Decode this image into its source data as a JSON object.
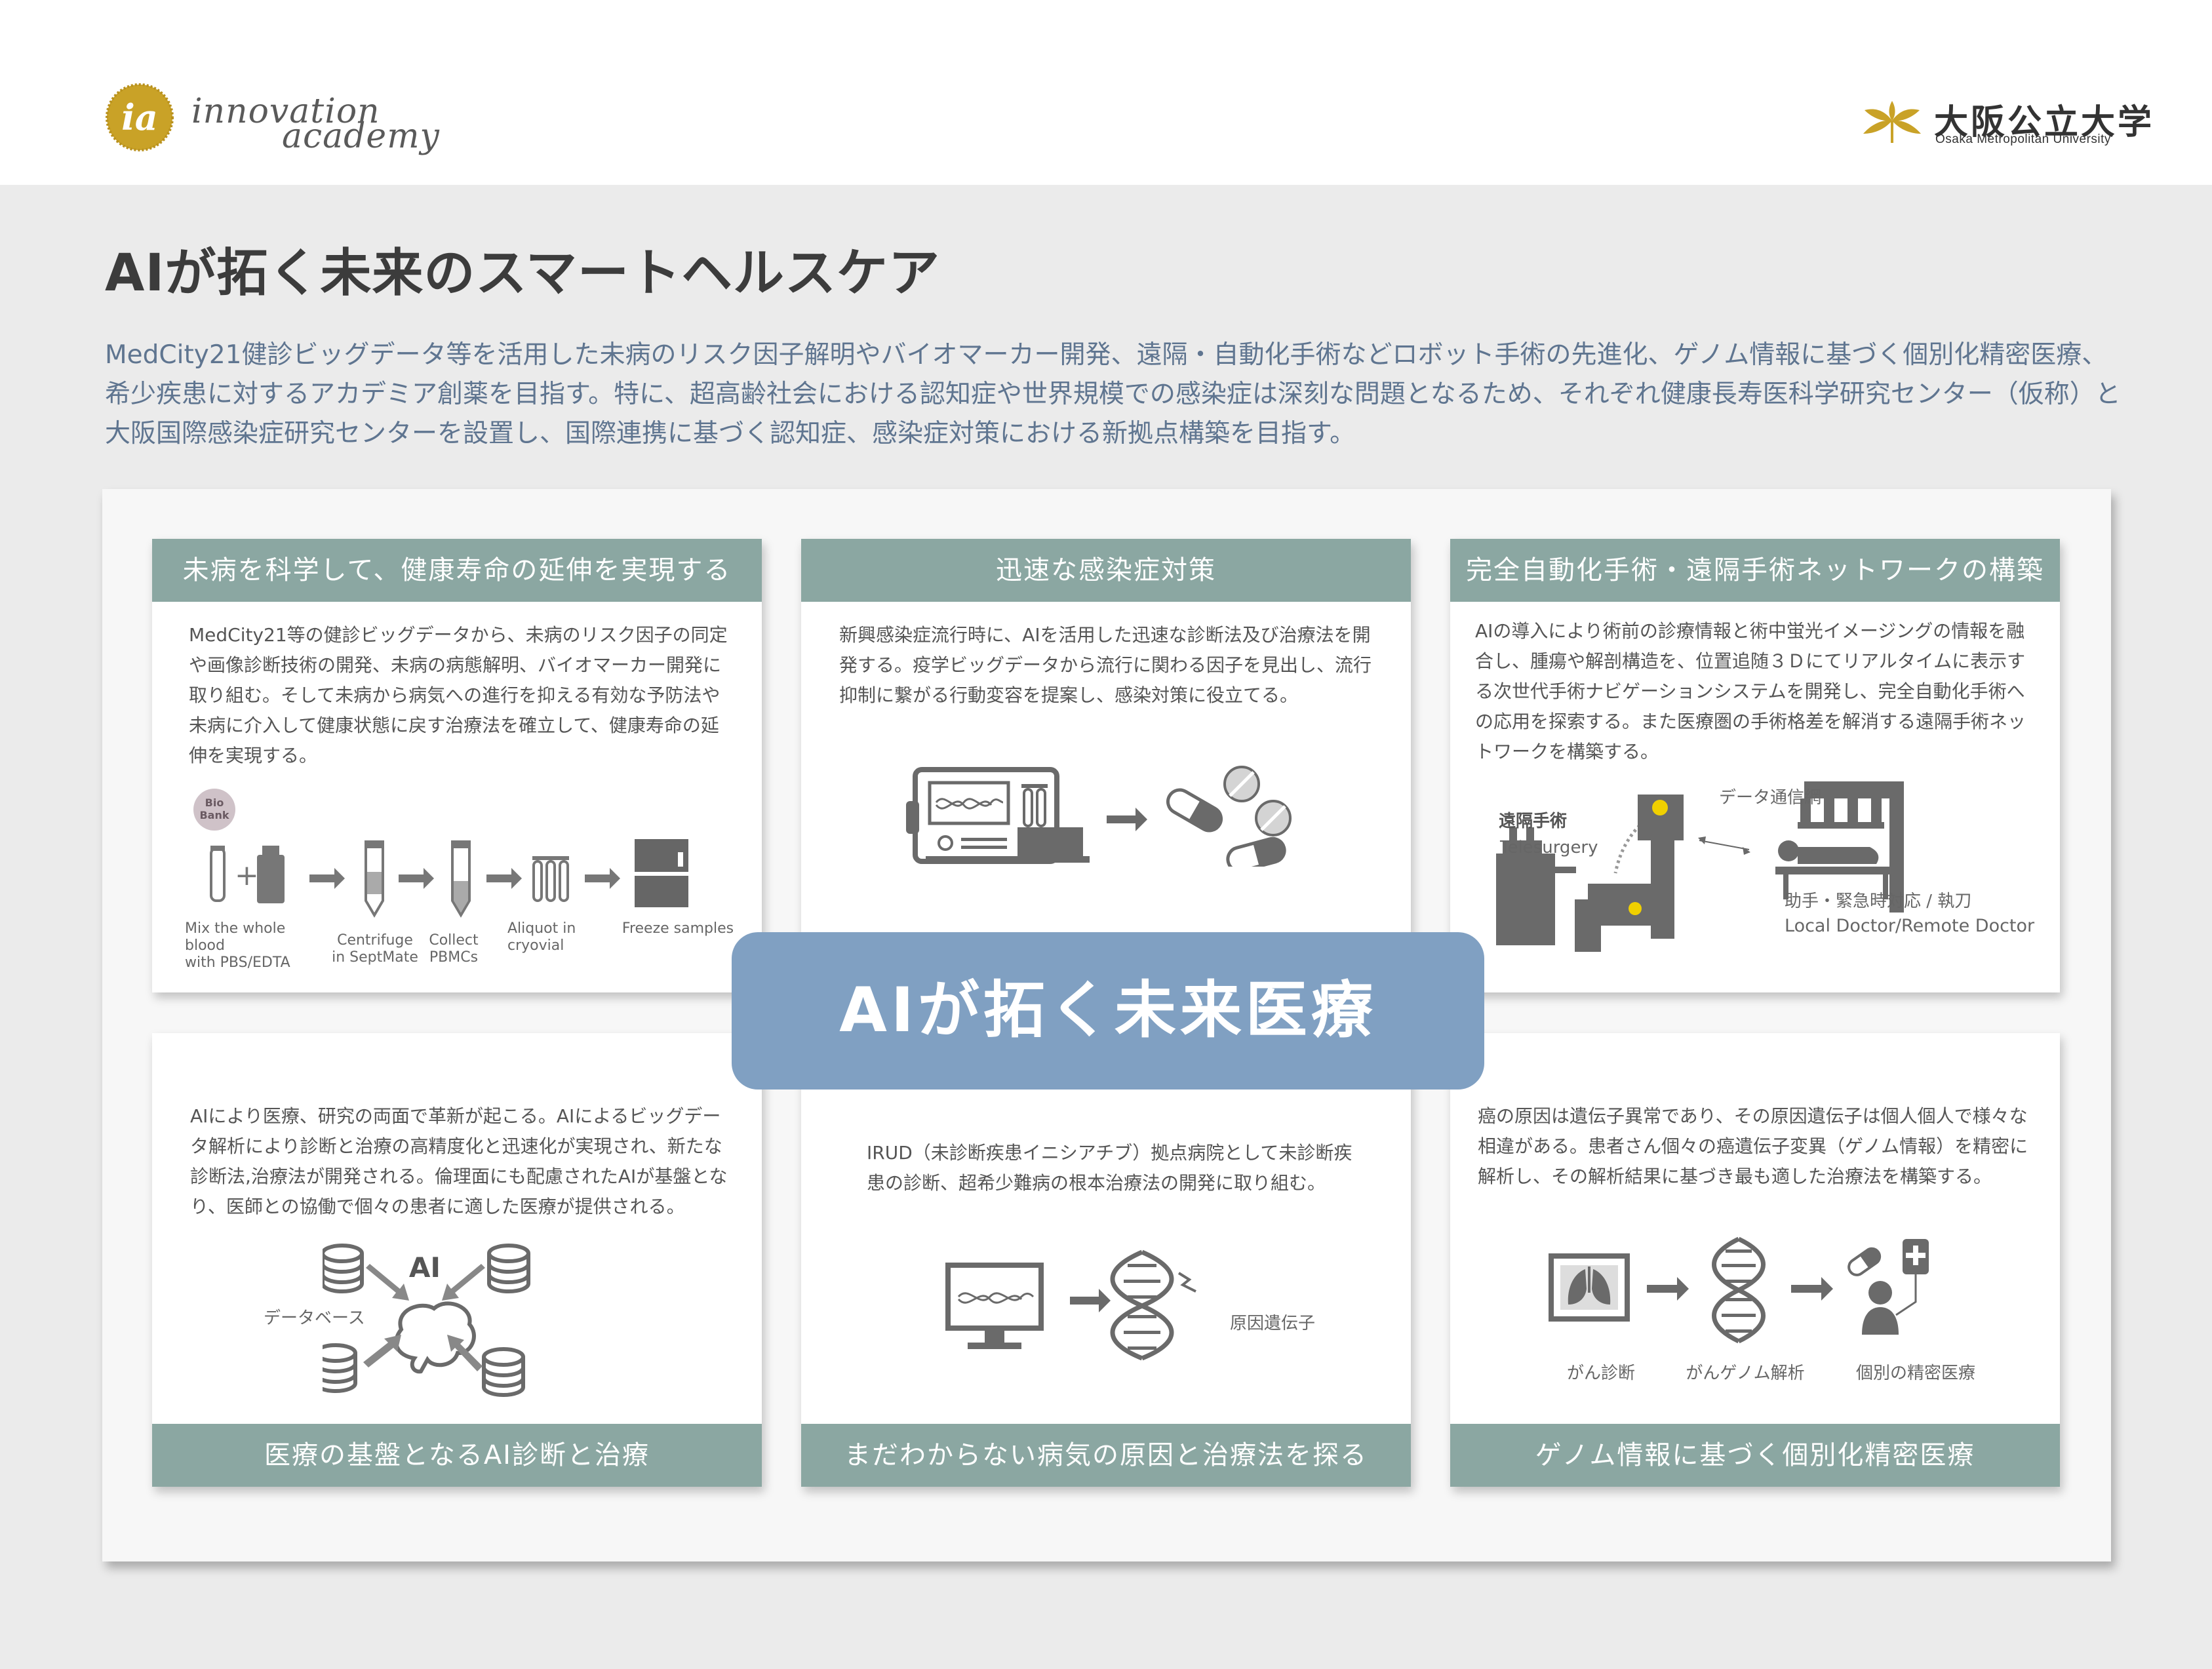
{
  "header": {
    "left_logo": {
      "mark": "ia",
      "line1": "innovation",
      "line2": "academy"
    },
    "right_logo": {
      "jp": "大阪公立大学",
      "en": "Osaka Metropolitan University"
    }
  },
  "title": "AIが拓く未来のスマートヘルスケア",
  "intro": "MedCity21健診ビッグデータ等を活用した未病のリスク因子解明やバイオマーカー開発、遠隔・自動化手術などロボット手術の先進化、ゲノム情報に基づく個別化精密医療、希少疾患に対するアカデミア創薬を目指す。特に、超高齢社会における認知症や世界規模での感染症は深刻な問題となるため、それぞれ健康長寿医科学研究センター（仮称）と大阪国際感染症研究センターを設置し、国際連携に基づく認知症、感染症対策における新拠点構築を目指す。",
  "center_banner": "AIが拓く未来医療",
  "colors": {
    "accent_teal": "#8ba7a2",
    "banner_blue": "#80a0c2",
    "intro_text": "#5f7590",
    "logo_gold": "#c9a227"
  },
  "cards": [
    {
      "heading": "未病を科学して、健康寿命の延伸を実現する",
      "body": "MedCity21等の健診ビッグデータから、未病のリスク因子の同定や画像診断技術の開発、未病の病態解明、バイオマーカー開発に取り組む。そして未病から病気への進行を抑える有効な予防法や未病に介入して健康状態に戻す治療法を確立して、健康寿命の延伸を実現する。",
      "badge": [
        "Bio",
        "Bank"
      ],
      "steps": [
        [
          "Mix the whole blood",
          "with PBS/EDTA"
        ],
        [
          "Centrifuge",
          "in SeptMate"
        ],
        [
          "Collect",
          "PBMCs"
        ],
        [
          "Aliquot in",
          "cryovial"
        ],
        [
          "Freeze samples"
        ]
      ]
    },
    {
      "heading": "迅速な感染症対策",
      "body": "新興感染症流行時に、AIを活用した迅速な診断法及び治療法を開発する。疫学ビッグデータから流行に関わる因子を見出し、流行抑制に繋がる行動変容を提案し、感染対策に役立てる。"
    },
    {
      "heading": "完全自動化手術・遠隔手術ネットワークの構築",
      "body": "AIの導入により術前の診療情報と術中蛍光イメージングの情報を融合し、腫瘍や解剖構造を、位置追随３Ｄにてリアルタイムに表示する次世代手術ナビゲーションシステムを開発し、完全自動化手術への応用を探索する。また医療圏の手術格差を解消する遠隔手術ネットワークを構築する。",
      "labels": {
        "remote_jp": "遠隔手術",
        "remote_en": "Telesurgery",
        "network": "データ通信網",
        "local_jp": "助手・緊急時対応 / 執刀",
        "local_en": "Local Doctor/Remote Doctor"
      }
    },
    {
      "heading": "医療の基盤となるAI診断と治療",
      "body": "AIにより医療、研究の両面で革新が起こる。AIによるビッグデータ解析により診断と治療の高精度化と迅速化が実現され、新たな診断法,治療法が開発される。倫理面にも配慮されたAIが基盤となり、医師との協働で個々の患者に適した医療が提供される。",
      "labels": {
        "ai": "AI",
        "database": "データベース"
      }
    },
    {
      "heading": "まだわからない病気の原因と治療法を探る",
      "body": "IRUD（未診断疾患イニシアチブ）拠点病院として未診断疾患の診断、超希少難病の根本治療法の開発に取り組む。",
      "labels": {
        "gene": "原因遺伝子"
      }
    },
    {
      "heading": "ゲノム情報に基づく個別化精密医療",
      "body": "癌の原因は遺伝子異常であり、その原因遺伝子は個人個人で様々な相違がある。患者さん個々の癌遺伝子変異（ゲノム情報）を精密に解析し、その解析結果に基づき最も適した治療法を構築する。",
      "steps": [
        "がん診断",
        "がんゲノム解析",
        "個別の精密医療"
      ]
    }
  ]
}
